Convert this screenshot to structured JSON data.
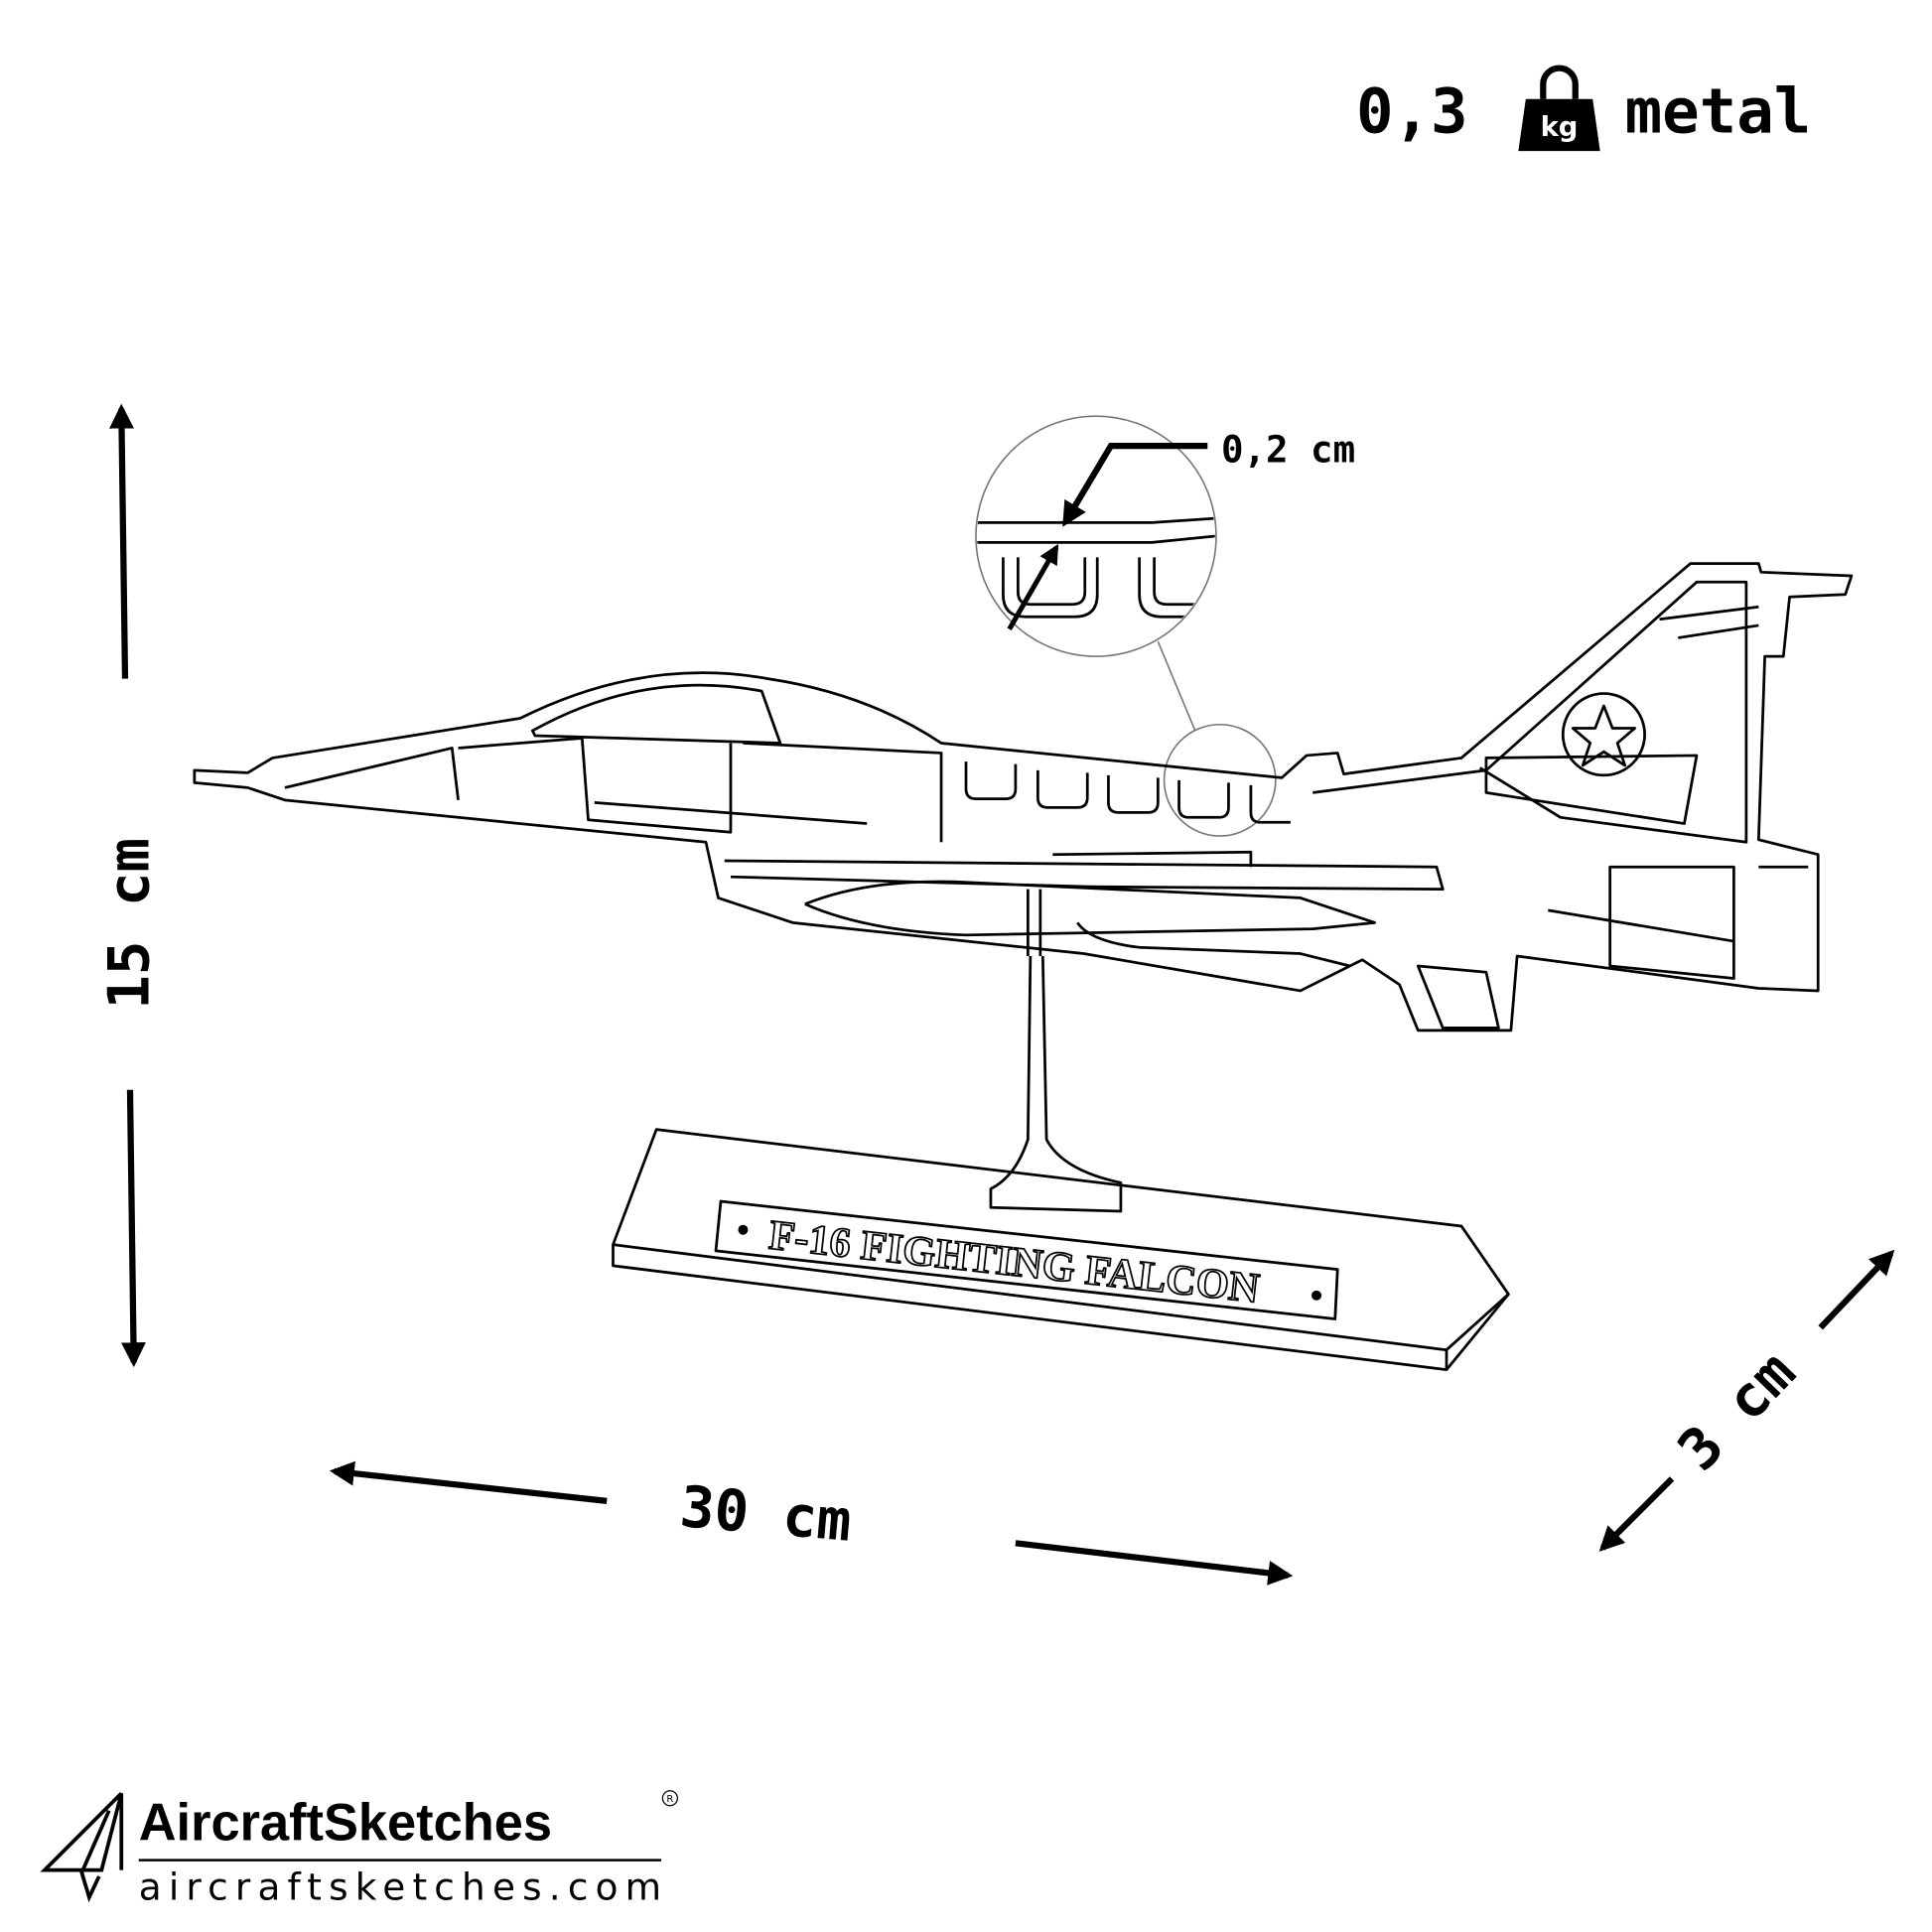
{
  "header": {
    "weight_value": "0,3",
    "weight_unit_icon": "kg",
    "material": "metal"
  },
  "dimensions": {
    "height": "15 cm",
    "width": "30 cm",
    "depth": "3 cm",
    "thickness": "0,2 cm"
  },
  "model": {
    "plaque_text": "F-16 FIGHTING FALCON"
  },
  "brand": {
    "name": "AircraftSketches",
    "registered": "R",
    "url": "aircraftsketches.com"
  },
  "colors": {
    "ink": "#000000",
    "background": "#ffffff"
  }
}
